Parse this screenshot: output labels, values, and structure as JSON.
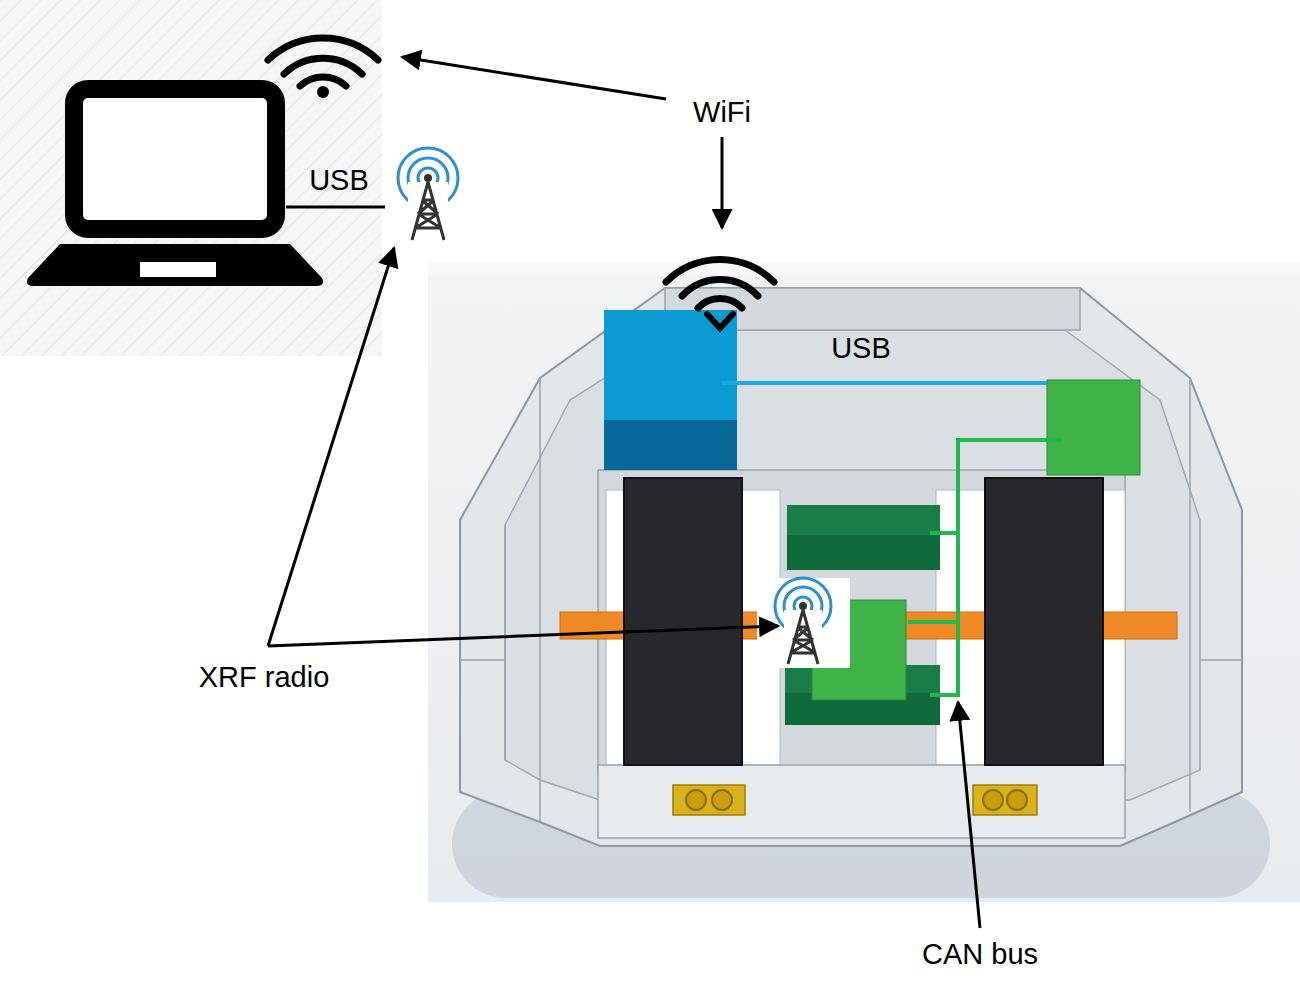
{
  "diagram": {
    "labels": [
      "WiFi",
      "USB",
      "USB",
      "XRF radio",
      "CAN bus"
    ]
  }
}
